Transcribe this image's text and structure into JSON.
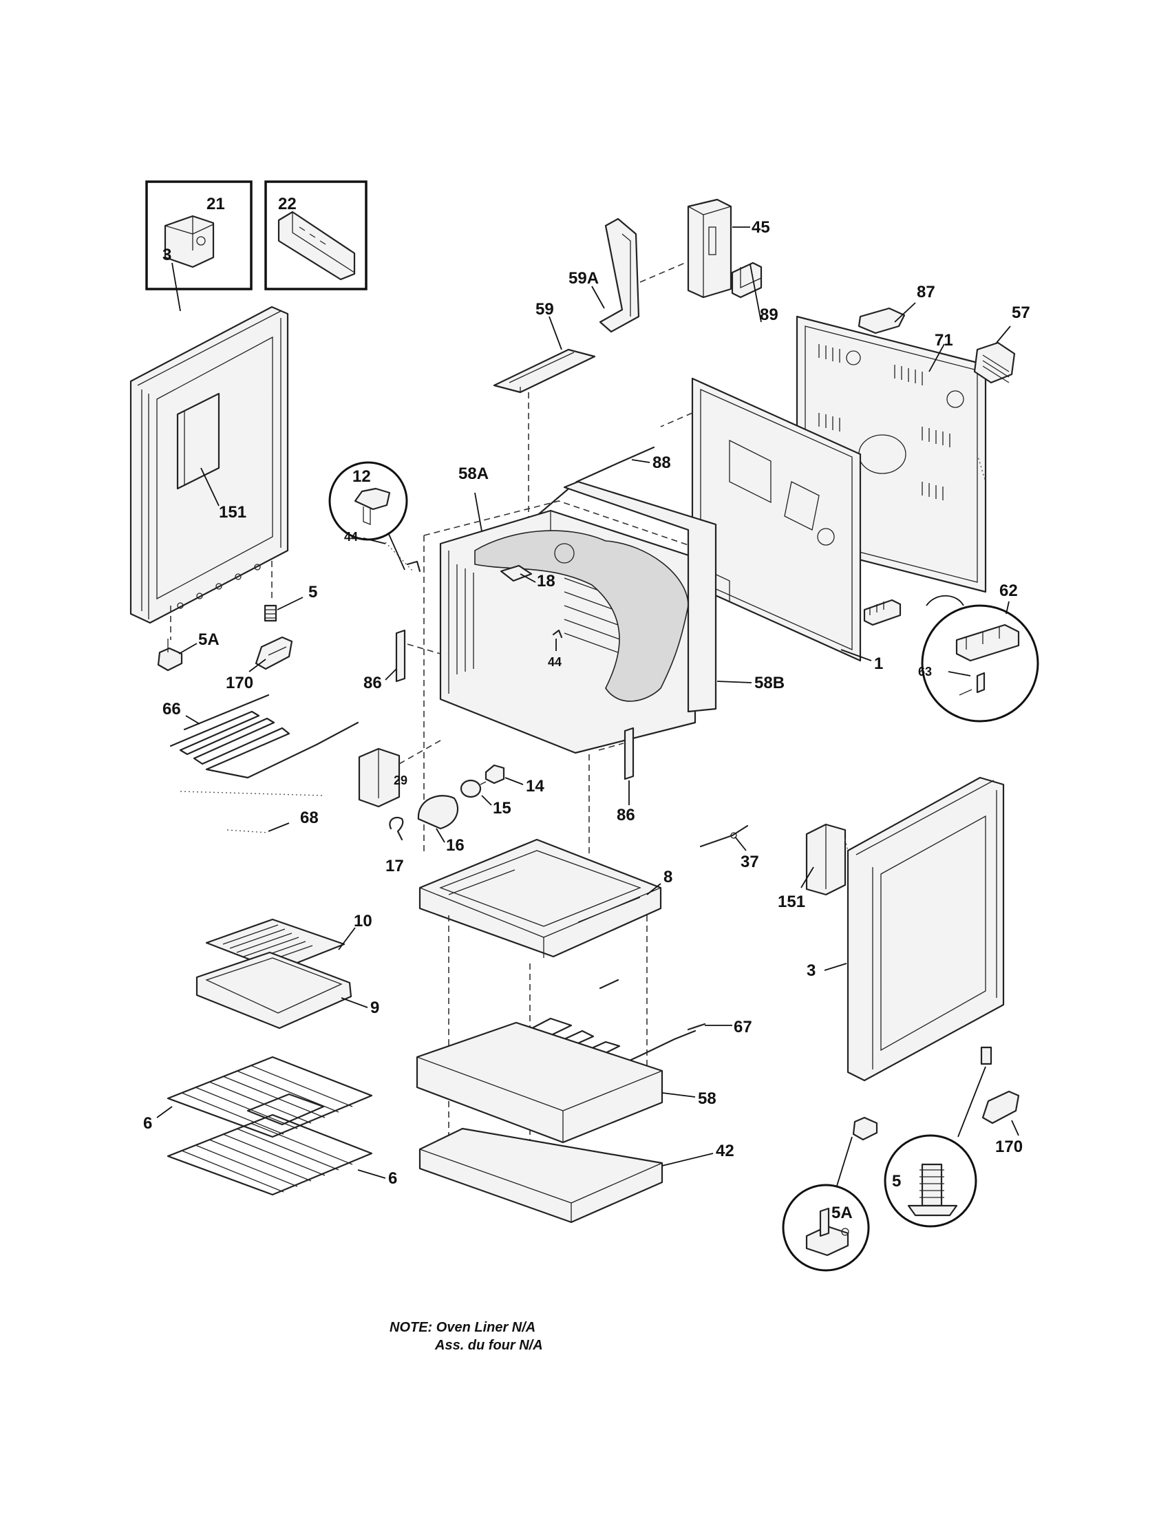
{
  "labels": {
    "l21": "21",
    "l22": "22",
    "l45": "45",
    "l59A": "59A",
    "l59": "59",
    "l87": "87",
    "l89": "89",
    "l57": "57",
    "l71": "71",
    "l3_left": "3",
    "l151_left": "151",
    "l12": "12",
    "l44_top": "44",
    "l58A": "58A",
    "l88": "88",
    "l18": "18",
    "l44_mid": "44",
    "l5_left": "5",
    "l5A_left": "5A",
    "l170_left": "170",
    "l86_left": "86",
    "l58B": "58B",
    "l1": "1",
    "l62": "62",
    "l63": "63",
    "l66": "66",
    "l29": "29",
    "l14": "14",
    "l15": "15",
    "l68": "68",
    "l16": "16",
    "l17": "17",
    "l86_right": "86",
    "l37": "37",
    "l151_right": "151",
    "l8": "8",
    "l10": "10",
    "l9": "9",
    "l3_right": "3",
    "l67": "67",
    "l58": "58",
    "l6_top": "6",
    "l42": "42",
    "l6_bottom": "6",
    "l170_right": "170",
    "l5_right": "5",
    "l5A_right": "5A"
  },
  "note": {
    "line1": "NOTE: Oven Liner N/A",
    "line2": "Ass. du four N/A"
  }
}
